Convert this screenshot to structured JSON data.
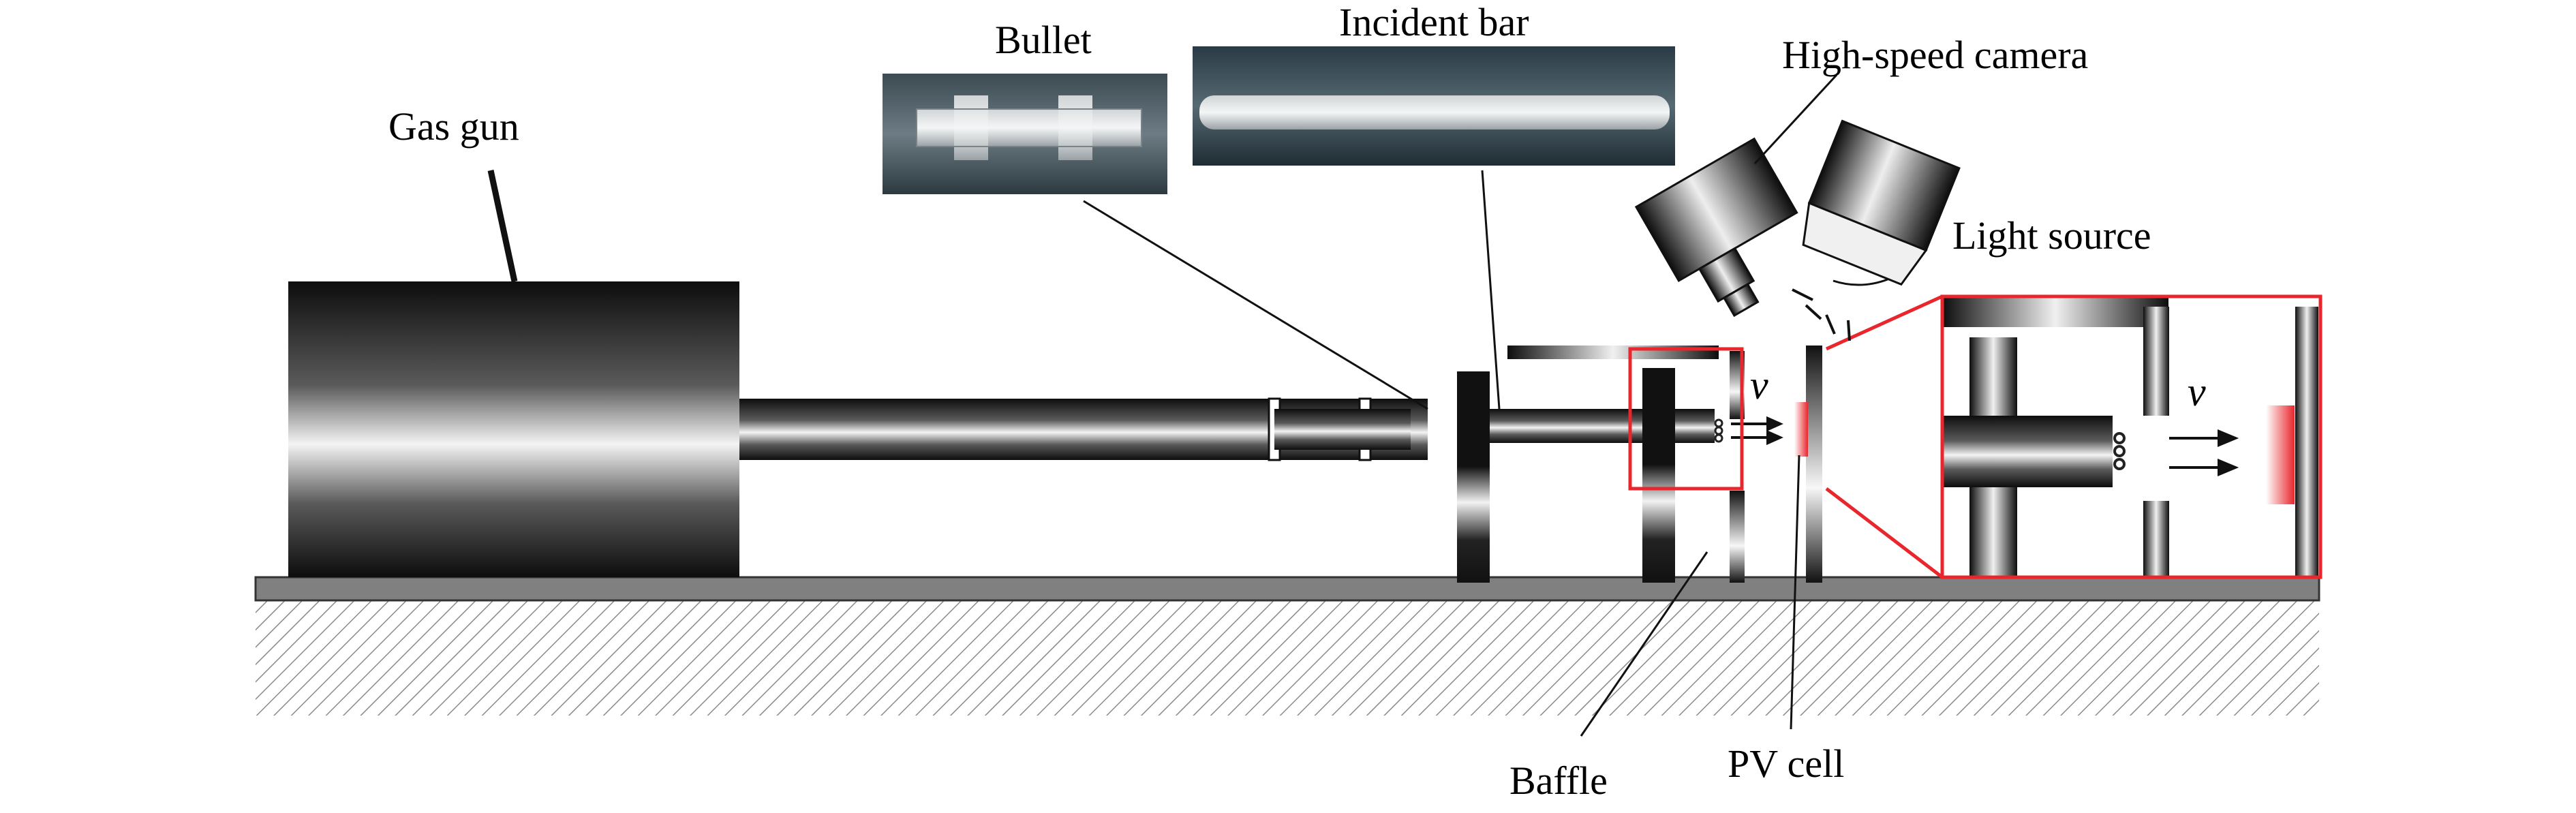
{
  "labels": {
    "gas_gun": "Gas gun",
    "bullet": "Bullet",
    "incident_bar": "Incident bar",
    "high_speed_camera": "High-speed camera",
    "light_source": "Light source",
    "baffle": "Baffle",
    "pv_cell": "PV cell",
    "velocity": "v",
    "velocity_zoom": "v"
  },
  "colors": {
    "highlight_box": "#e8262c",
    "pv_cell": "#e83a3f",
    "ground": "#808080",
    "hatch": "#8a8a8a",
    "metal_dark": "#111111",
    "metal_light": "#f2f2f2"
  }
}
